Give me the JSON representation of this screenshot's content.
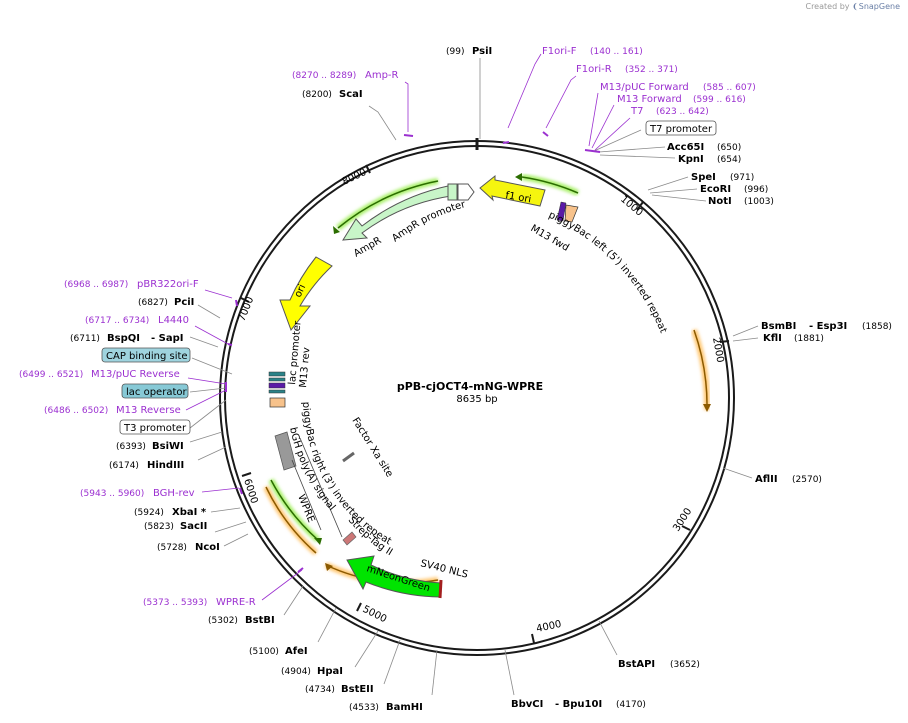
{
  "credit": {
    "prefix": "Created by",
    "brand": "SnapGene"
  },
  "plasmid": {
    "name": "pPB-cjOCT4-mNG-WPRE",
    "length_label": "8635 bp",
    "length": 8635
  },
  "colors": {
    "backbone": "#1a1a1a",
    "enzyme_text": "#000000",
    "enzyme_pos": "#222222",
    "primer": "#9b30d0",
    "f1_ori": "#f5f50f",
    "ori": "#ffff00",
    "ampr": "#c8f5c8",
    "mneon": "#00e400",
    "orange_glow": "#ffc873",
    "cap_site": "#9fd4df",
    "lac_op": "#87c9d6",
    "bgh": "#999999"
  },
  "ticks": [
    {
      "pos": 1000,
      "label": "1000"
    },
    {
      "pos": 2000,
      "label": "2000"
    },
    {
      "pos": 3000,
      "label": "3000"
    },
    {
      "pos": 4000,
      "label": "4000"
    },
    {
      "pos": 5000,
      "label": "5000"
    },
    {
      "pos": 6000,
      "label": "6000"
    },
    {
      "pos": 7000,
      "label": "7000"
    },
    {
      "pos": 8000,
      "label": "8000"
    }
  ],
  "enzymes": [
    {
      "name": "PsiI",
      "pos": "(99)"
    },
    {
      "name": "ScaI",
      "pos": "(8200)"
    },
    {
      "name": "Acc65I",
      "pos": "(650)"
    },
    {
      "name": "KpnI",
      "pos": "(654)"
    },
    {
      "name": "SpeI",
      "pos": "(971)"
    },
    {
      "name": "EcoRI",
      "pos": "(996)"
    },
    {
      "name": "NotI",
      "pos": "(1003)"
    },
    {
      "name": "BsmBI",
      "name2": "- Esp3I",
      "pos": "(1858)"
    },
    {
      "name": "KflI",
      "pos": "(1881)"
    },
    {
      "name": "AflII",
      "pos": "(2570)"
    },
    {
      "name": "BstAPI",
      "pos": "(3652)"
    },
    {
      "name": "BbvCI",
      "name2": "- Bpu10I",
      "pos": "(4170)"
    },
    {
      "name": "BamHI",
      "pos": "(4533)"
    },
    {
      "name": "BstEII",
      "pos": "(4734)"
    },
    {
      "name": "HpaI",
      "pos": "(4904)"
    },
    {
      "name": "AfeI",
      "pos": "(5100)"
    },
    {
      "name": "BstBI",
      "pos": "(5302)"
    },
    {
      "name": "NcoI",
      "pos": "(5728)"
    },
    {
      "name": "SacII",
      "pos": "(5823)"
    },
    {
      "name": "XbaI *",
      "pos": "(5924)"
    },
    {
      "name": "HindIII",
      "pos": "(6174)"
    },
    {
      "name": "BsiWI",
      "pos": "(6393)"
    },
    {
      "name": "BspQI",
      "name2": "- SapI",
      "pos": "(6711)"
    },
    {
      "name": "PciI",
      "pos": "(6827)"
    }
  ],
  "primers": [
    {
      "name": "F1ori-F",
      "range": "(140 .. 161)"
    },
    {
      "name": "F1ori-R",
      "range": "(352 .. 371)"
    },
    {
      "name": "M13/pUC Forward",
      "range": "(585 .. 607)"
    },
    {
      "name": "M13 Forward",
      "range": "(599 .. 616)"
    },
    {
      "name": "T7",
      "range": "(623 .. 642)"
    },
    {
      "name": "Amp-R",
      "range": "(8270 .. 8289)"
    },
    {
      "name": "pBR322ori-F",
      "range": "(6968 .. 6987)"
    },
    {
      "name": "L4440",
      "range": "(6717 .. 6734)"
    },
    {
      "name": "M13/pUC Reverse",
      "range": "(6499 .. 6521)"
    },
    {
      "name": "M13 Reverse",
      "range": "(6486 .. 6502)"
    },
    {
      "name": "BGH-rev",
      "range": "(5943 .. 5960)"
    },
    {
      "name": "WPRE-R",
      "range": "(5373 .. 5393)"
    }
  ],
  "boxed_features": [
    {
      "name": "T7 promoter"
    },
    {
      "name": "CAP binding site"
    },
    {
      "name": "lac operator"
    },
    {
      "name": "T3 promoter"
    }
  ],
  "features": {
    "f1_ori": "f1 ori",
    "ori": "ori",
    "ampr": "AmpR",
    "ampr_promoter": "AmpR promoter",
    "mneongreen": "mNeonGreen",
    "sv40_nls": "SV40 NLS",
    "strep_tag": "Strep-Tag II",
    "wpre": "WPRE",
    "bgh": "bGH poly(A) signal",
    "pb_right": "piggyBac right (3') inverted repeat",
    "pb_left": "piggyBac left (5') inverted repeat",
    "m13_fwd": "M13 fwd",
    "m13_rev": "M13 rev",
    "lac_promoter": "lac promoter",
    "factor_xa": "Factor Xa site"
  }
}
